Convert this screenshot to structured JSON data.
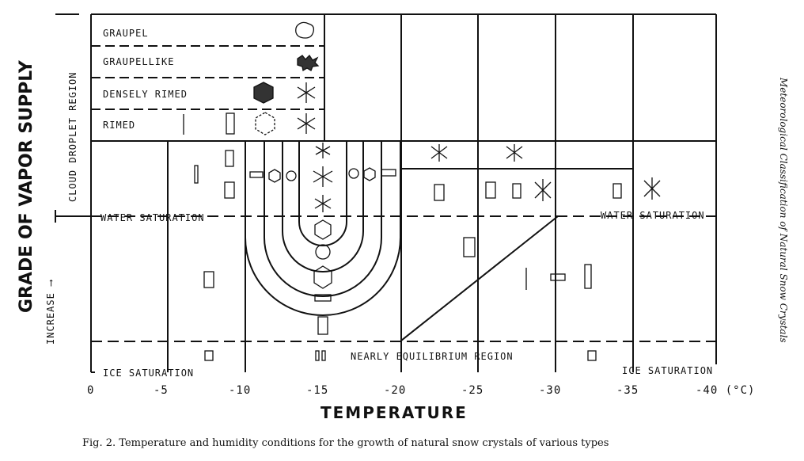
{
  "x_axis": {
    "title": "TEMPERATURE",
    "ticks": [
      "0",
      "-5",
      "-10",
      "-15",
      "-20",
      "-25",
      "-30",
      "-35",
      "-40 (°C)"
    ]
  },
  "y_axis": {
    "title": "GRADE OF VAPOR SUPPLY",
    "increase_label": "INCREASE ⟶"
  },
  "regions": {
    "cloud_droplet": "CLOUD DROPLET REGION",
    "water_saturation": "WATER SATURATION",
    "ice_saturation": "ICE SATURATION",
    "nearly_equilibrium": "NEARLY EQUILIBRIUM REGION"
  },
  "legend": {
    "graupel": "GRAUPEL",
    "graupellike": "GRAUPELLIKE",
    "densely_rimed": "DENSELY RIMED",
    "rimed": "RIMED"
  },
  "caption": "Fig. 2.   Temperature and humidity conditions for the growth of natural snow crystals of various types",
  "side_title": "Meteorological Classification of Natural Snow Crystals"
}
